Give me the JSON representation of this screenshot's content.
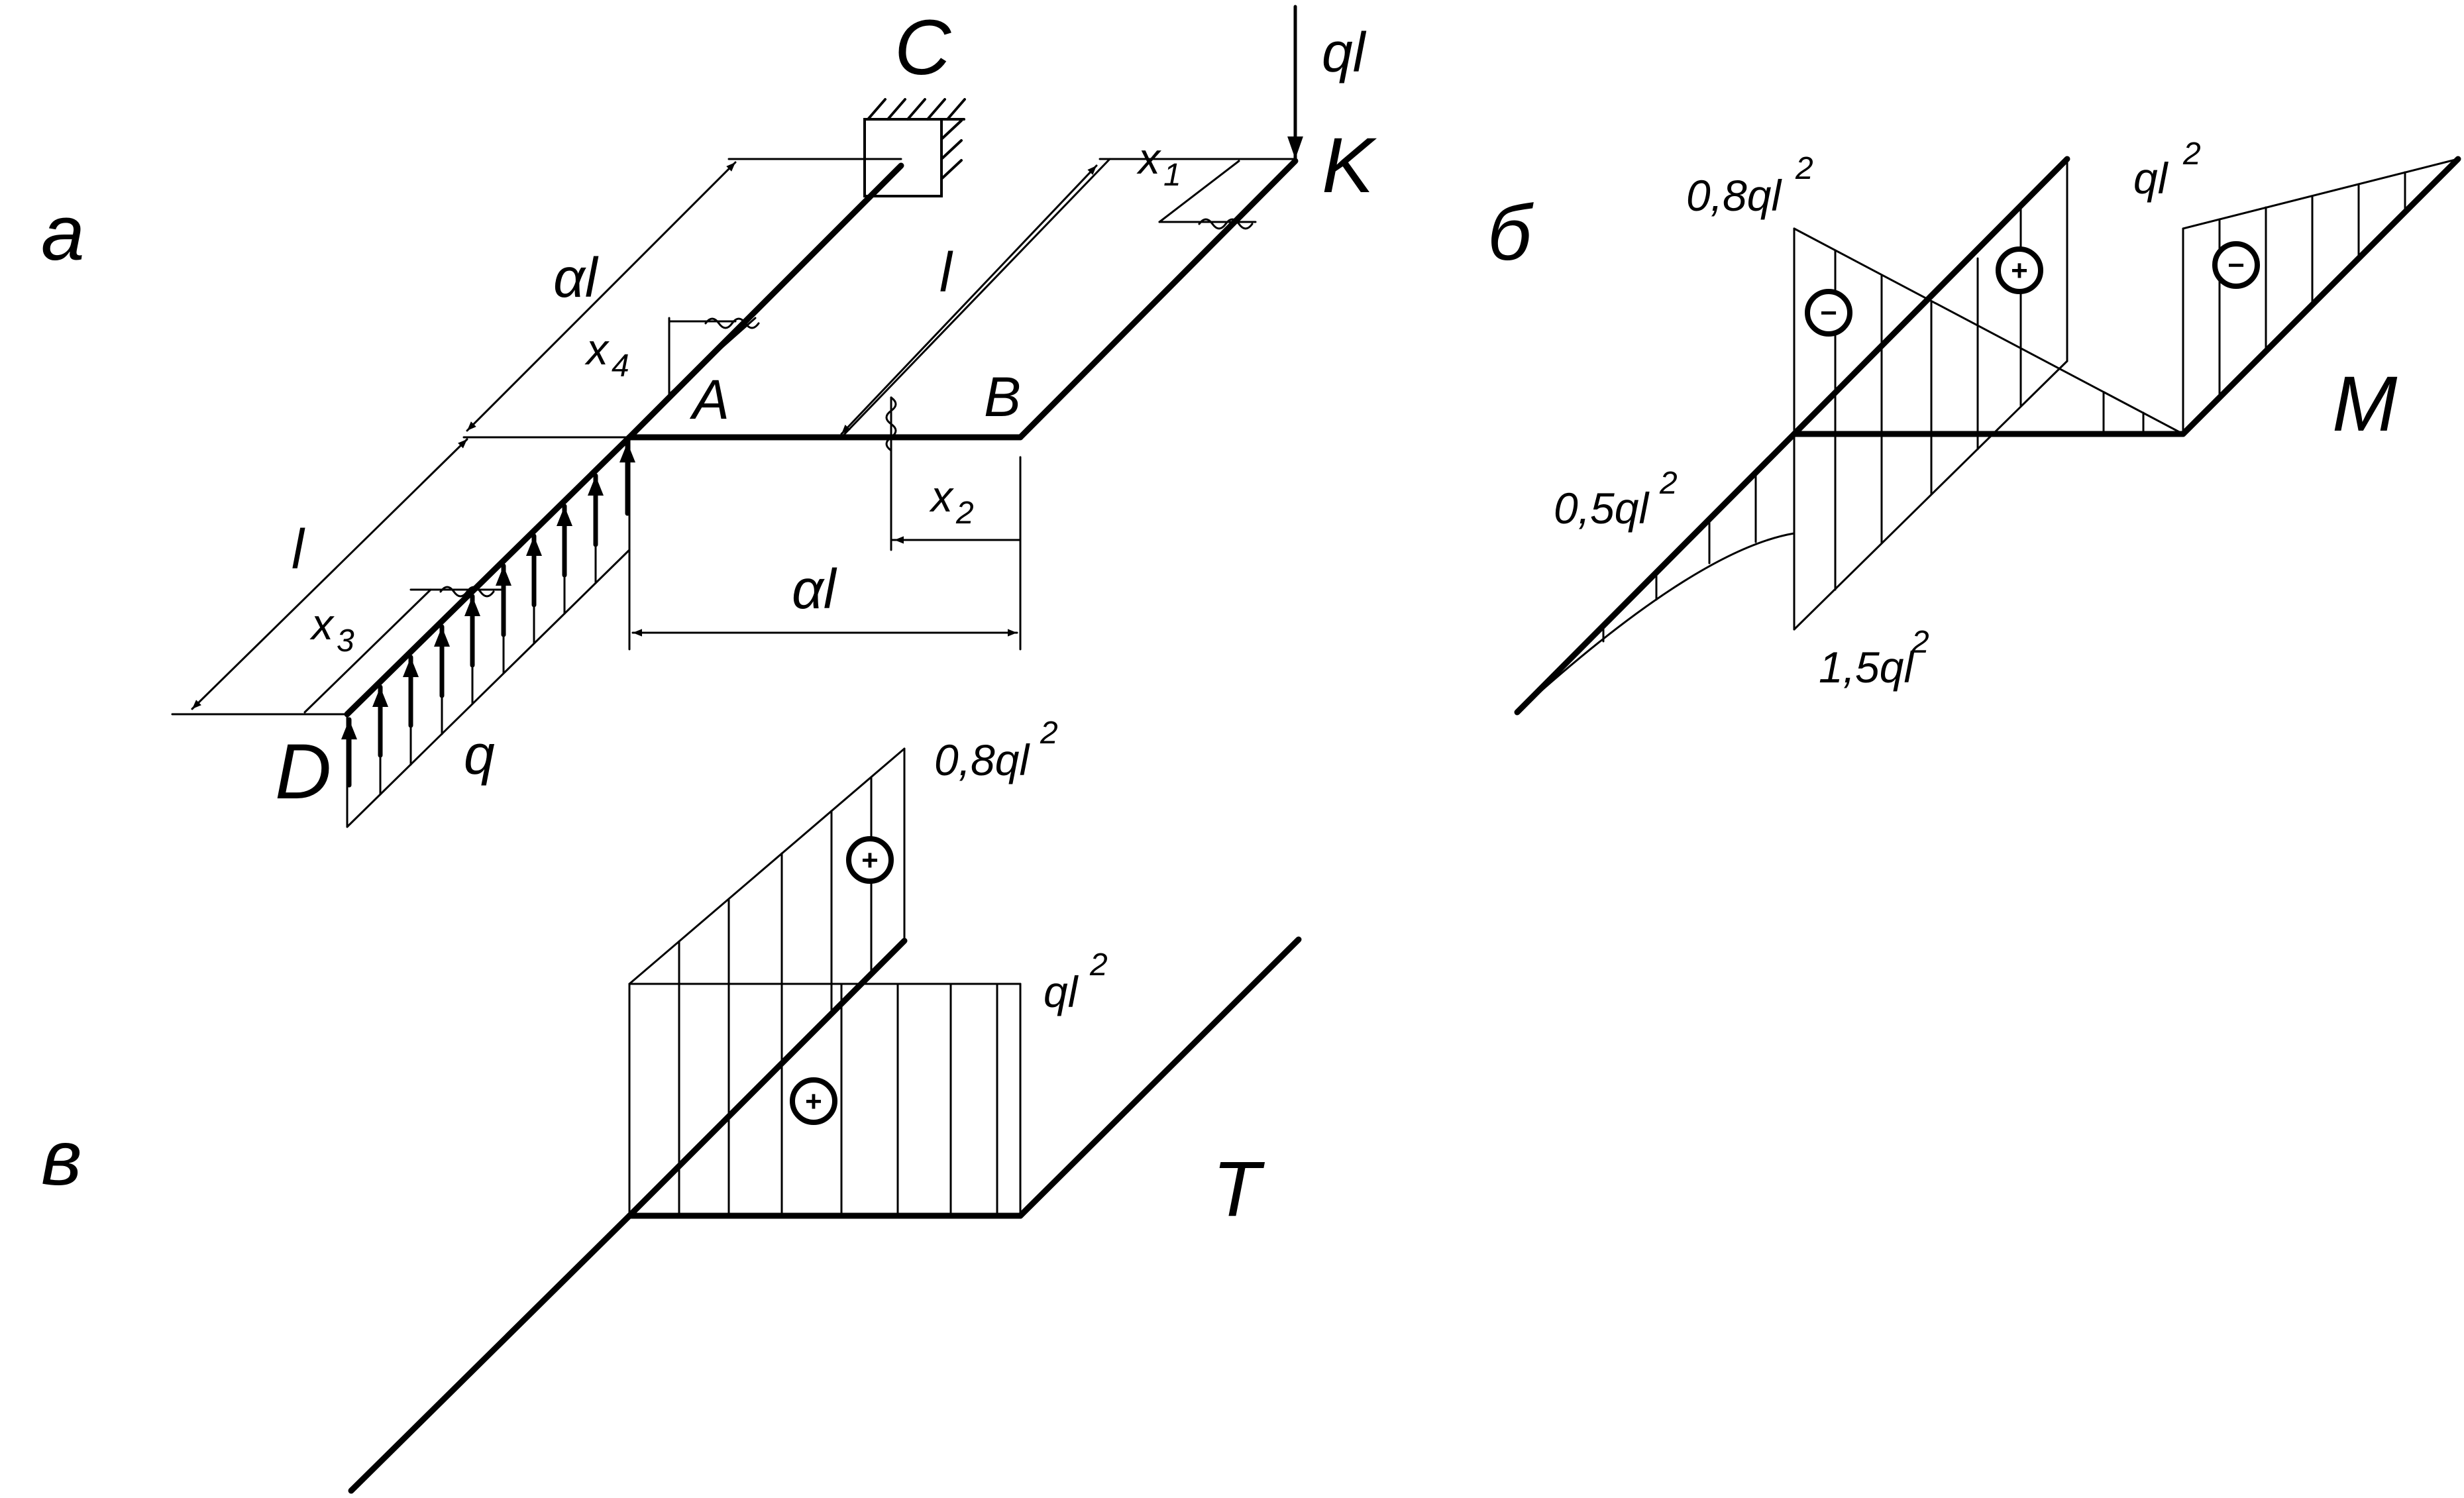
{
  "panels": {
    "a": {
      "letter": "а",
      "points": {
        "C": "C",
        "K": "K",
        "A": "A",
        "B": "B",
        "D": "D"
      },
      "loads": {
        "ql": "ql",
        "q": "q"
      },
      "dims": {
        "al_top": "αl",
        "l_right": "l",
        "l_left": "l",
        "al_bottom": "αl"
      },
      "coords": {
        "x1": "x",
        "x1_sub": "1",
        "x2": "x",
        "x2_sub": "2",
        "x3": "x",
        "x3_sub": "3",
        "x4": "x",
        "x4_sub": "4"
      }
    },
    "b": {
      "letter": "б",
      "title": "M",
      "values": {
        "top_left": "0,8ql",
        "top_right": "ql",
        "mid_left": "0,5ql",
        "bottom": "1,5ql",
        "exp": "2"
      },
      "signs": [
        "−",
        "+",
        "−"
      ]
    },
    "v": {
      "letter": "в",
      "title": "T",
      "values": {
        "top": "0,8ql",
        "right": "ql",
        "exp": "2"
      },
      "signs": [
        "+",
        "+"
      ]
    }
  }
}
